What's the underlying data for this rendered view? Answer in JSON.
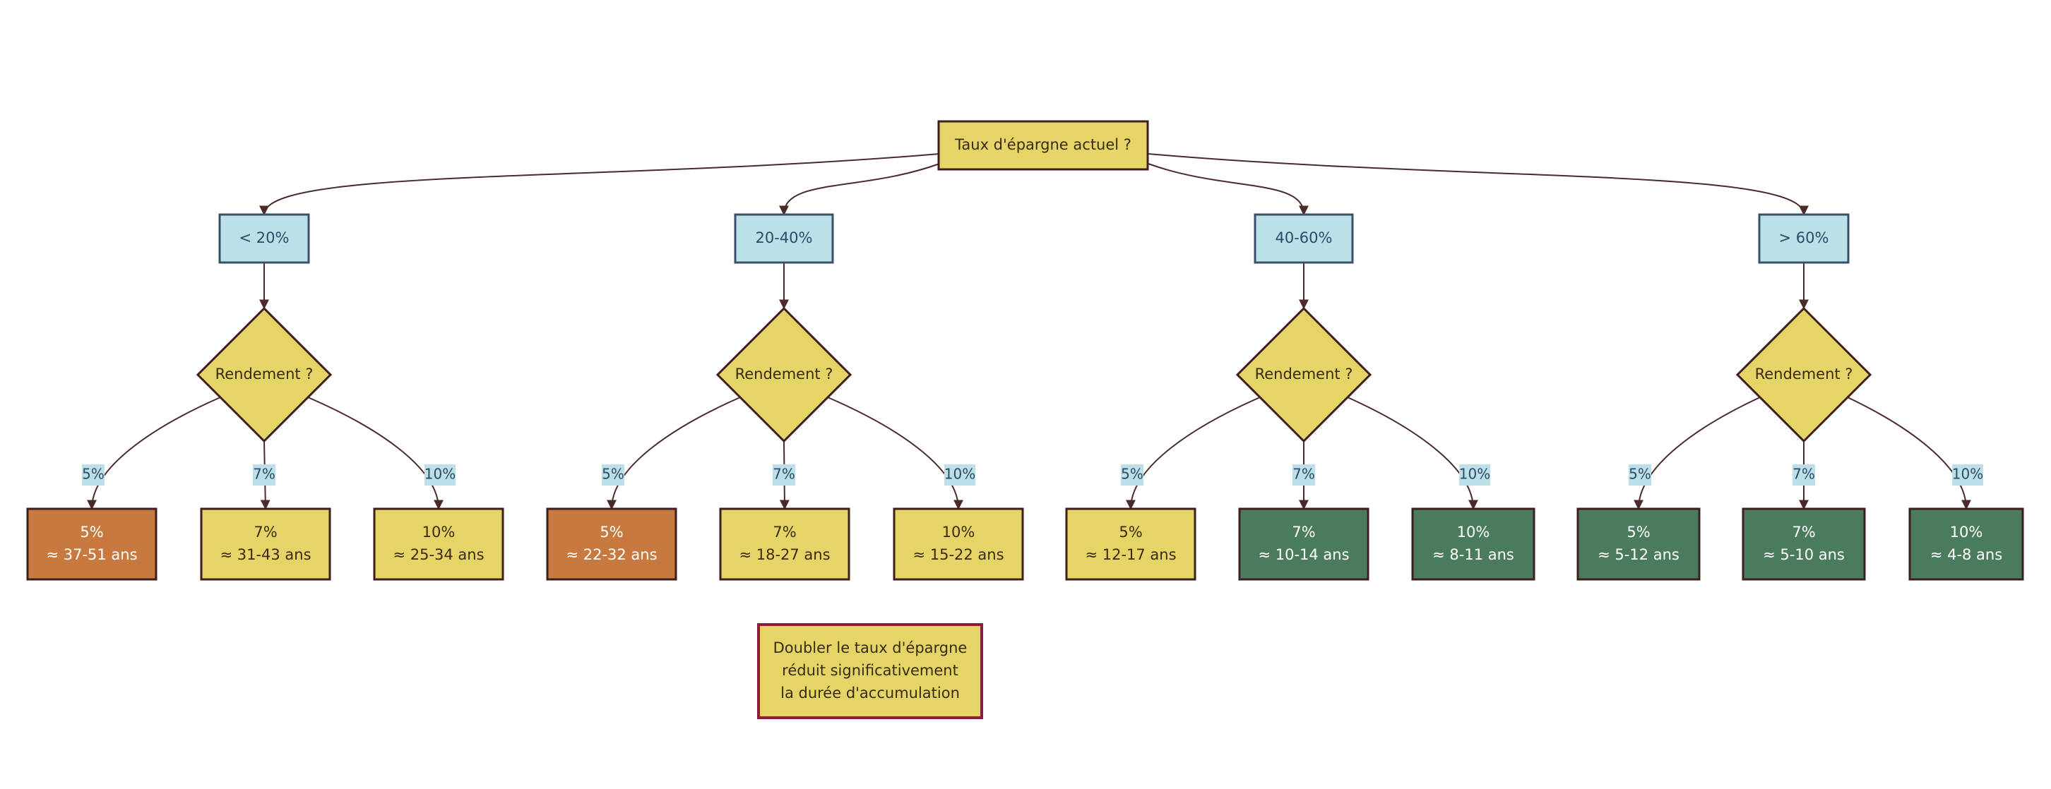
{
  "colors": {
    "decision_fill": "#e5d566",
    "decision_stroke": "#3d1f1f",
    "range_fill": "#bbe0e8",
    "range_stroke": "#3a4f6a",
    "result_slow": "#c8793f",
    "result_mid": "#e5d566",
    "result_fast": "#4a7b5d",
    "edge": "#4a2a2a",
    "edge_label_bg": "#bbe0e8",
    "note_stroke": "#8b1e3a",
    "text_dark": "#3a2a10",
    "text_light": "#ffffff"
  },
  "root": {
    "label": "Taux d'épargne actuel ?"
  },
  "groups": [
    {
      "range": "< 20%",
      "question": "Rendement ?",
      "outcomes": [
        {
          "edge": "5%",
          "rate": "5%",
          "years": "≈ 37-51 ans",
          "tone": "slow"
        },
        {
          "edge": "7%",
          "rate": "7%",
          "years": "≈ 31-43 ans",
          "tone": "mid"
        },
        {
          "edge": "10%",
          "rate": "10%",
          "years": "≈ 25-34 ans",
          "tone": "mid"
        }
      ]
    },
    {
      "range": "20-40%",
      "question": "Rendement ?",
      "outcomes": [
        {
          "edge": "5%",
          "rate": "5%",
          "years": "≈ 22-32 ans",
          "tone": "slow"
        },
        {
          "edge": "7%",
          "rate": "7%",
          "years": "≈ 18-27 ans",
          "tone": "mid"
        },
        {
          "edge": "10%",
          "rate": "10%",
          "years": "≈ 15-22 ans",
          "tone": "mid"
        }
      ]
    },
    {
      "range": "40-60%",
      "question": "Rendement ?",
      "outcomes": [
        {
          "edge": "5%",
          "rate": "5%",
          "years": "≈ 12-17 ans",
          "tone": "mid"
        },
        {
          "edge": "7%",
          "rate": "7%",
          "years": "≈ 10-14 ans",
          "tone": "fast"
        },
        {
          "edge": "10%",
          "rate": "10%",
          "years": "≈ 8-11 ans",
          "tone": "fast"
        }
      ]
    },
    {
      "range": "> 60%",
      "question": "Rendement ?",
      "outcomes": [
        {
          "edge": "5%",
          "rate": "5%",
          "years": "≈ 5-12 ans",
          "tone": "fast"
        },
        {
          "edge": "7%",
          "rate": "7%",
          "years": "≈ 5-10 ans",
          "tone": "fast"
        },
        {
          "edge": "10%",
          "rate": "10%",
          "years": "≈ 4-8 ans",
          "tone": "fast"
        }
      ]
    }
  ],
  "note": {
    "lines": [
      "Doubler le taux d'épargne",
      "réduit significativement",
      "la durée d'accumulation"
    ]
  }
}
